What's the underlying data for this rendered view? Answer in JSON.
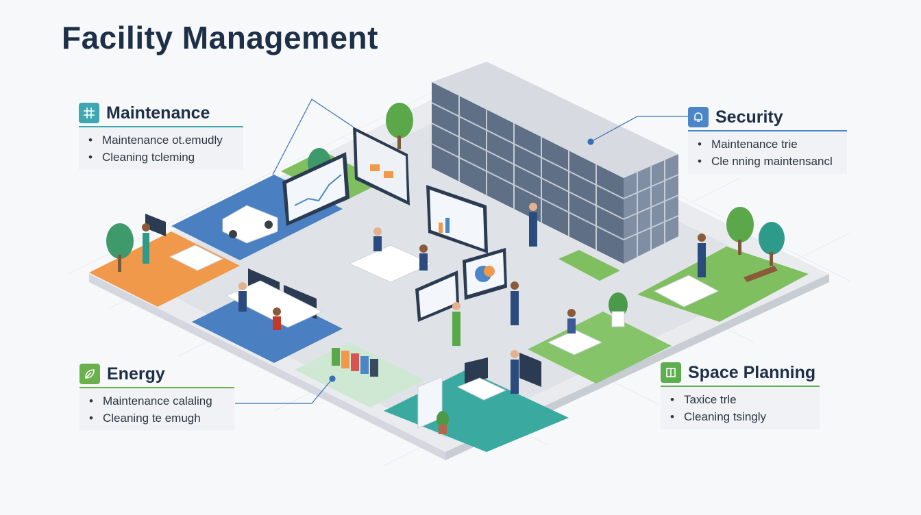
{
  "title": "Facility Management",
  "colors": {
    "maintenance": "#3fa7b0",
    "security": "#4a86c8",
    "energy": "#6ab04c",
    "space_planning": "#5cae4f",
    "title": "#1e2f48"
  },
  "cards": {
    "maintenance": {
      "label": "Maintenance",
      "icon": "grid-icon",
      "items": [
        "Maintenance ot.emudly",
        "Cleaning tcleming"
      ]
    },
    "security": {
      "label": "Security",
      "icon": "bell-icon",
      "items": [
        "Maintenance trie",
        "Cle nning maintensancl"
      ]
    },
    "energy": {
      "label": "Energy",
      "icon": "leaf-icon",
      "items": [
        "Maintenance calaling",
        "Cleaning te emugh"
      ]
    },
    "space_planning": {
      "label": "Space Planning",
      "icon": "layout-icon",
      "items": [
        "Taxice trle",
        "Cleaning tsingly"
      ]
    }
  }
}
